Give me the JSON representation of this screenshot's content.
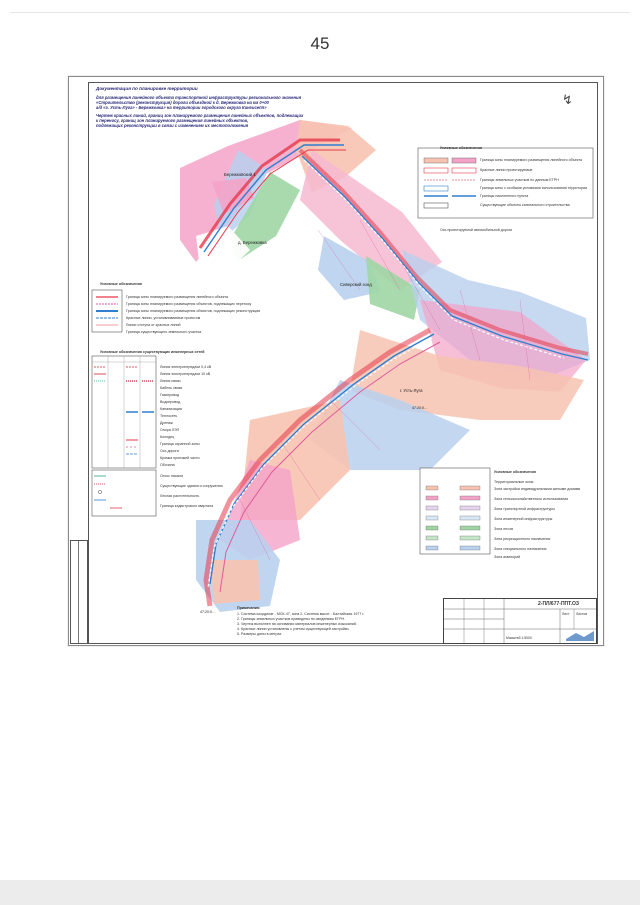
{
  "page": {
    "number": "45"
  },
  "drawing": {
    "header_title": "Документация по планировке территории",
    "header_lines": [
      "для размещения линейного объекта транспортной инфраструктуры регионального значения",
      "«Строительство (реконструкция) дороги объездной к д. Бережковка на км 0+00",
      "а/д «г. Усть-Луга» - Бережковка» на территории городского округа Кингисепп»",
      "Чертеж красных линий, границ зон планируемого размещения линейных объектов, подлежащих",
      "к переносу, границ зон планируемого размещения линейных объектов,",
      "подлежащих реконструкции в связи с изменением их местоположения"
    ],
    "map_labels": {
      "label_1": "Бережковский 1",
      "label_2": "д. Бережковка",
      "label_3": "Сиверский зонд",
      "label_4": "г. Усть-Луга",
      "label_5": "47:20:0…",
      "label_6": "47:20:0…"
    },
    "legend_top_right": {
      "title": "Условные обозначения",
      "items": [
        "Граница зоны планируемого размещения линейного объекта",
        "Красные линии проектируемые",
        "Границы земельных участков по данным ЕГРН",
        "Граница зоны с особыми условиями использования территории",
        "Границы населенного пункта",
        "Существующие объекты капитального строительства",
        "Ось проектируемой автомобильной дороги"
      ]
    },
    "legend_left_1": {
      "title": "Условные обозначения",
      "items": [
        "Граница зоны планируемого размещения линейного объекта",
        "Граница зоны планируемого размещения объектов, подлежащих переносу",
        "Граница зоны планируемого размещения объектов, подлежащих реконструкции",
        "Красные линии, устанавливаемые проектом",
        "Линии отступа от красных линий",
        "Граница существующего земельного участка"
      ]
    },
    "legend_left_2": {
      "title": "Условные обозначения существующих инженерных сетей",
      "items": [
        "Линия электропередачи 0,4 кВ",
        "Линия электропередачи 10 кВ",
        "Линия связи",
        "Кабель связи",
        "Газопровод",
        "Водопровод",
        "Канализация",
        "Теплосеть",
        "Дренаж",
        "Опора ЛЭП",
        "Колодец",
        "Граница охранной зоны",
        "Ось дороги",
        "Кромка проезжей части",
        "Обочина",
        "Откос насыпи",
        "Существующие здания и сооружения",
        "Лесная растительность",
        "Граница кадастрового квартала"
      ]
    },
    "legend_bottom_right": {
      "title": "Условные обозначения",
      "items": [
        "Территориальные зоны",
        "Зона застройки индивидуальными жилыми домами",
        "Зона сельскохозяйственного использования",
        "Зона транспортной инфраструктуры",
        "Зона инженерной инфраструктуры",
        "Зона лесов",
        "Зона рекреационного назначения",
        "Зона специального назначения",
        "Зона акваторий"
      ]
    },
    "notes_title": "Примечания:",
    "notes": [
      "1. Система координат - МСК-47, зона 2. Система высот - Балтийская 1977 г.",
      "2. Границы земельных участков приведены по сведениям ЕГРН.",
      "3. Чертеж выполнен на основании материалов инженерных изысканий.",
      "4. Красные линии установлены с учетом существующей застройки.",
      "5. Размеры даны в метрах."
    ],
    "stamp": {
      "code": "2-ПЛ/677-ППТ.ОЗ",
      "sheet": "Лист",
      "sheets": "Листов",
      "scale_label": "Масштаб 1:5000"
    },
    "colors": {
      "zone_pink": "#f4a3c8",
      "zone_salmon": "#f7c3b0",
      "zone_green": "#9fd6a4",
      "zone_blue": "#b9d0ee",
      "road_red": "#e53a4a",
      "road_blue": "#2f7fcf",
      "frame": "#555555"
    }
  }
}
